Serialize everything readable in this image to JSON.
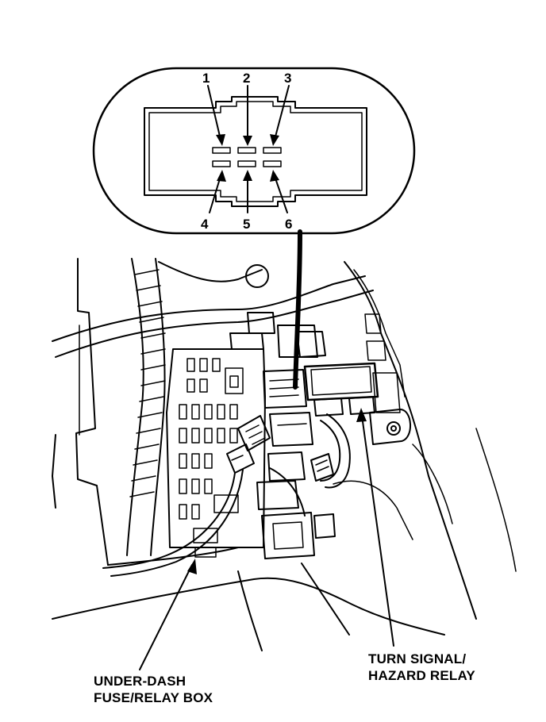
{
  "connector": {
    "pins_top": [
      "1",
      "2",
      "3"
    ],
    "pins_bottom": [
      "4",
      "5",
      "6"
    ]
  },
  "labels": {
    "fuse_box": {
      "line1": "UNDER-DASH",
      "line2": "FUSE/RELAY BOX"
    },
    "relay": {
      "line1": "TURN SIGNAL/",
      "line2": "HAZARD RELAY"
    }
  },
  "colors": {
    "ink": "#000000",
    "paper": "#ffffff"
  }
}
